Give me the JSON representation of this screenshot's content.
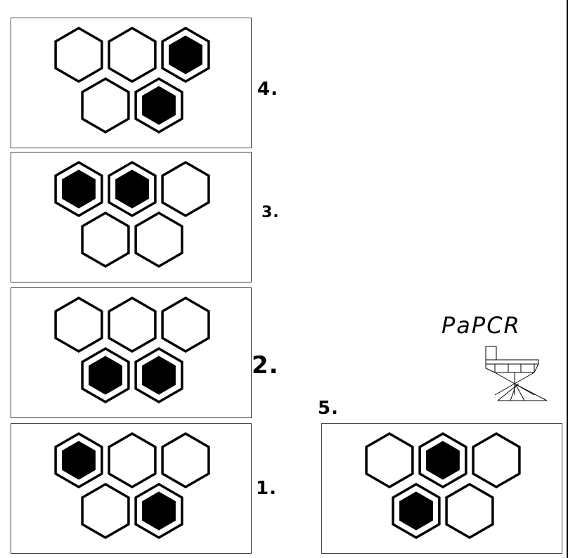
{
  "labels": {
    "p1": "1.",
    "p2": "2.",
    "p3": "3.",
    "p4": "4.",
    "p5": "5.",
    "paper": "PaPCR"
  },
  "panels": [
    {
      "id": "panel-4",
      "filled": [
        false,
        false,
        true,
        false,
        true
      ]
    },
    {
      "id": "panel-3",
      "filled": [
        true,
        true,
        false,
        false,
        false
      ]
    },
    {
      "id": "panel-2",
      "filled": [
        false,
        false,
        false,
        true,
        true
      ]
    },
    {
      "id": "panel-1",
      "filled": [
        true,
        false,
        false,
        false,
        true
      ]
    },
    {
      "id": "panel-5",
      "filled": [
        false,
        true,
        false,
        true,
        false
      ]
    }
  ],
  "colors": {
    "ink": "#000000",
    "background": "#ffffff",
    "frame": "#444444"
  }
}
